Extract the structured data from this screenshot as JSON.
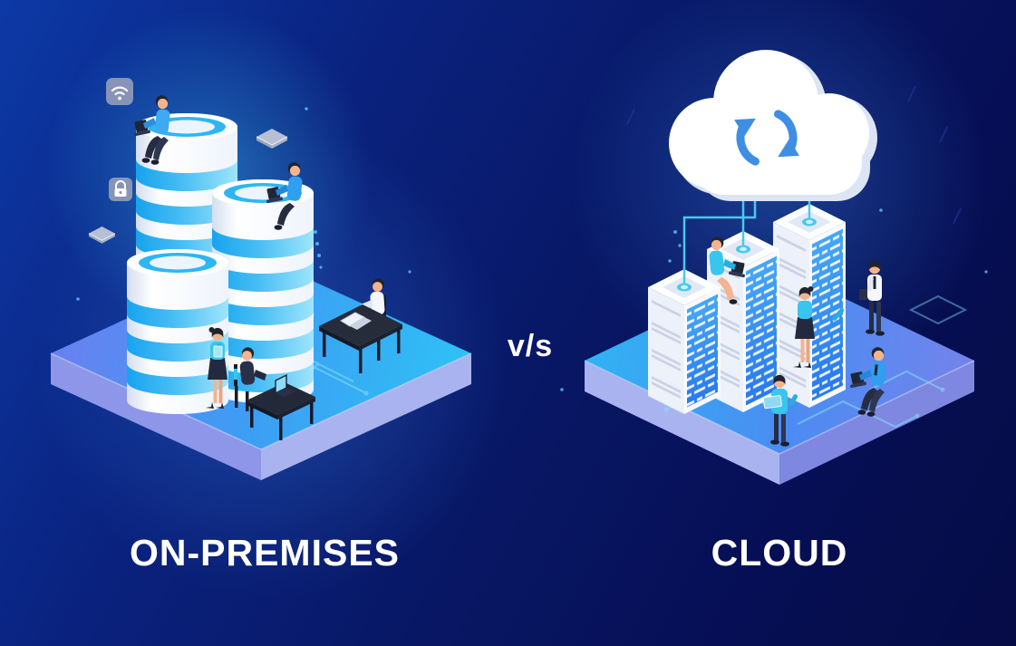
{
  "page": {
    "title": "On-Premises v/s Cloud comparison illustration"
  },
  "center": {
    "vs": "v/s"
  },
  "left_side": {
    "label": "ON-PREMISES",
    "scene": "isometric platform with three striped database cylinder stacks, workers with laptops and desks",
    "icons": [
      "wifi-icon",
      "lock-icon",
      "mail-icon",
      "mail-icon"
    ]
  },
  "right_side": {
    "label": "CLOUD",
    "scene": "isometric platform with three server racks wired to a cloud with sync arrows, workers around",
    "icons": [
      "cloud-icon",
      "sync-icon"
    ]
  },
  "palette": {
    "background_top_left": "#0d39a6",
    "background_bottom_right": "#050c45",
    "platform_cyan": "#2ebcf4",
    "platform_blue": "#4b8cf2",
    "platform_side_light": "#a9b3f0",
    "platform_side_dark": "#6a73d8",
    "database_stripe": "#24aff1",
    "server_panel": "#3b97f3",
    "accent_cyan": "#49c8ef",
    "cloud_white": "#ffffff",
    "cloud_shade": "#dde4f3",
    "sync_blue": "#3e8ee4",
    "dark_furniture": "#20263a",
    "text": "#ffffff"
  }
}
